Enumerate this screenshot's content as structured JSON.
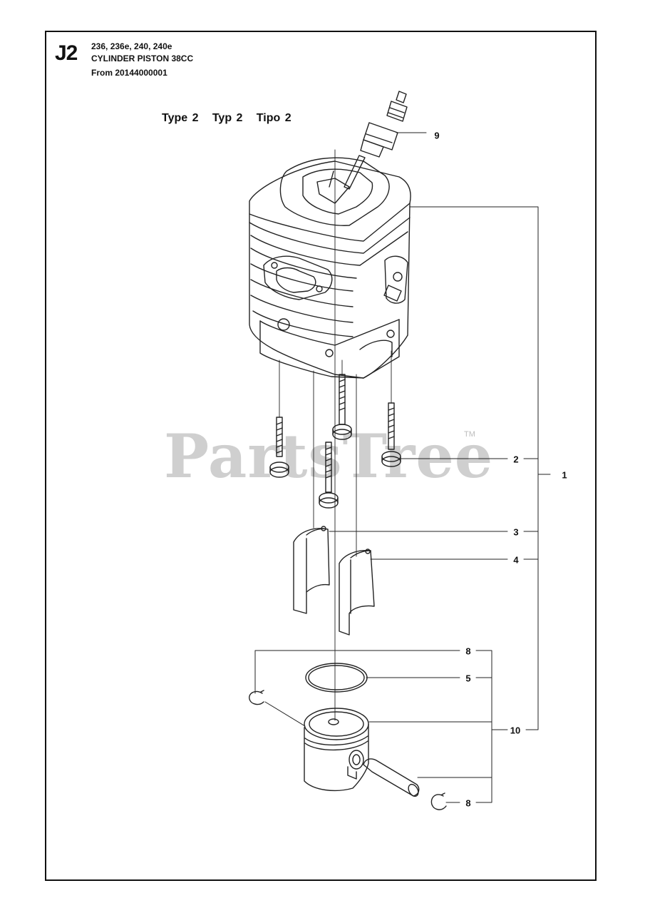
{
  "header": {
    "code": "J2",
    "models": "236, 236e, 240, 240e",
    "title": "CYLINDER PISTON 38CC",
    "serial": "From 20144000001"
  },
  "type_line": "Type 2   Typ 2   Tipo 2",
  "watermark": {
    "text": "PartsTree",
    "tm": "TM"
  },
  "callouts": {
    "c9": "9",
    "c2": "2",
    "c1": "1",
    "c3": "3",
    "c4": "4",
    "c8a": "8",
    "c5": "5",
    "c10": "10",
    "c8b": "8"
  },
  "colors": {
    "line": "#222222",
    "watermark": "#cfcfcf"
  }
}
